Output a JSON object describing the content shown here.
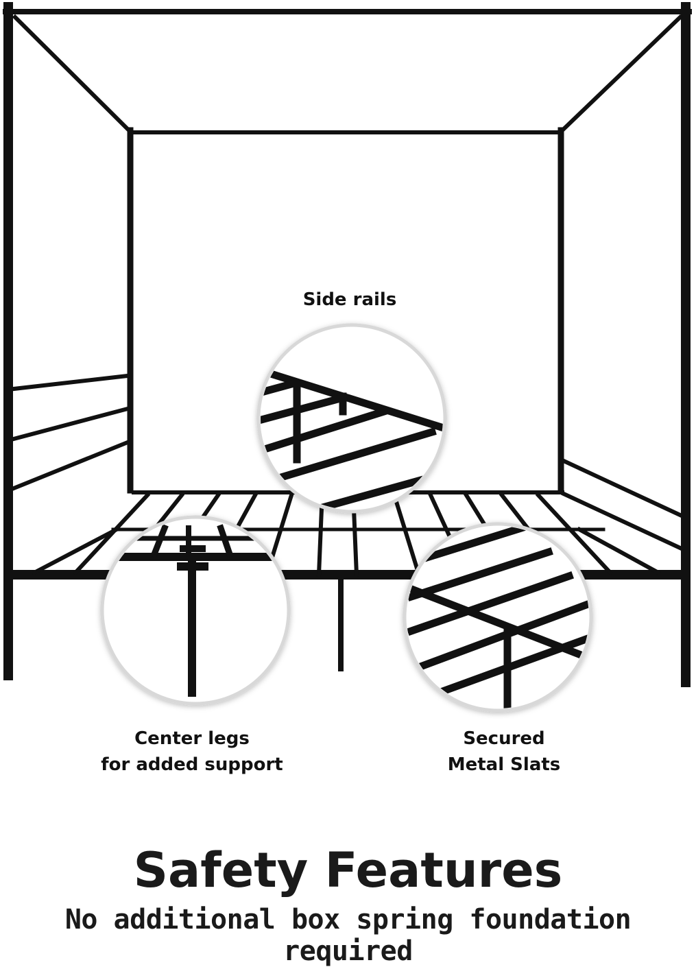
{
  "callouts": {
    "side_rails": "Side rails",
    "center_legs_line1": "Center legs",
    "center_legs_line2": "for added support",
    "slats_line1": "Secured",
    "slats_line2": "Metal Slats"
  },
  "footer": {
    "title": "Safety Features",
    "subtitle": "No additional box spring foundation required"
  },
  "colors": {
    "frame": "#111111",
    "background": "#ffffff",
    "magnifier_border": "#d8d8d8"
  },
  "icons": [
    "canopy-bed-frame-illustration",
    "magnifier-side-rails",
    "magnifier-center-legs",
    "magnifier-metal-slats"
  ]
}
